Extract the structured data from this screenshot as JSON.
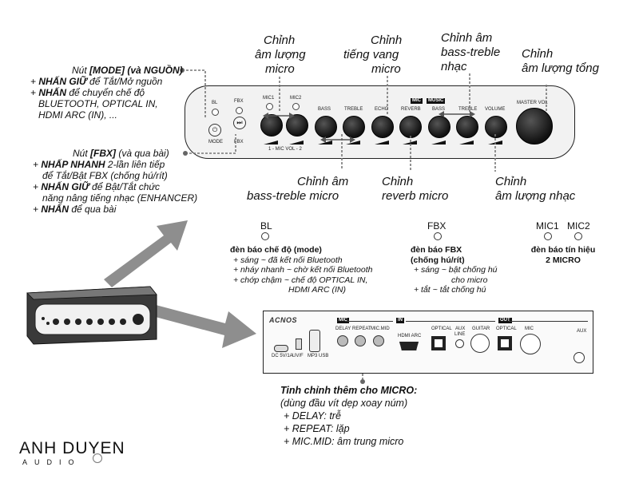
{
  "callouts": {
    "mic_volume": [
      "Chỉnh",
      "âm lượng",
      "micro"
    ],
    "echo": [
      "Chỉnh",
      "tiếng vang",
      "micro"
    ],
    "music_bass_treble": [
      "Chỉnh âm",
      "bass-treble",
      "nhạc"
    ],
    "master_volume": [
      "Chỉnh",
      "âm lượng tổng"
    ],
    "mic_bass_treble": [
      "Chỉnh âm",
      "bass-treble micro"
    ],
    "reverb": [
      "Chỉnh",
      "reverb micro"
    ],
    "music_volume": [
      "Chỉnh",
      "âm lượng nhạc"
    ]
  },
  "mode_note": {
    "title_pre": "Nút ",
    "title_bold": "[MODE]",
    "title_post": " (và NGUỒN)",
    "lines": [
      {
        "prefix": "+ ",
        "bold": "NHẤN GIỮ",
        "text": " để Tắt/Mở nguồn"
      },
      {
        "prefix": "+ ",
        "bold": "NHẤN",
        "text": " để chuyển chế độ"
      },
      {
        "prefix": "",
        "bold": "",
        "text": "BLUETOOTH, OPTICAL IN,"
      },
      {
        "prefix": "",
        "bold": "",
        "text": "HDMI ARC (IN), ..."
      }
    ]
  },
  "fbx_note": {
    "title_pre": "Nút ",
    "title_bold": "[FBX]",
    "title_post": " (và qua bài)",
    "lines": [
      {
        "prefix": "+ ",
        "bold": "NHẤP NHANH",
        "text": " 2-lần liên tiếp"
      },
      {
        "prefix": "",
        "bold": "",
        "text": "để Tắt/Bật FBX (chống hú/rít)"
      },
      {
        "prefix": "+ ",
        "bold": "NHẤN GIỮ",
        "text": " để Bật/Tắt chức"
      },
      {
        "prefix": "",
        "bold": "",
        "text": "năng nâng tiếng nhạc (ENHANCER)"
      },
      {
        "prefix": "+ ",
        "bold": "NHẤN",
        "text": " để qua bài"
      }
    ]
  },
  "front_panel": {
    "labels": {
      "bl": "BL",
      "fbx": "FBX",
      "mic1": "MIC1",
      "mic2": "MIC2",
      "bass1": "BASS",
      "treble1": "TREBLE",
      "echo": "ECHO",
      "reverb": "REVERB",
      "bass2": "BASS",
      "treble2": "TREBLE",
      "volume": "VOLUME",
      "master": "MASTER VOL",
      "mode": "MODE",
      "fbx_btn": "FBX",
      "mic_vol": "1 - MIC VOL - 2",
      "tag_mic": "MIC",
      "tag_music": "MUSIC"
    }
  },
  "indicators": {
    "bl": {
      "label": "BL",
      "title": "đèn báo chế độ (mode)",
      "lines": [
        "+ sáng ~ đã kết nối Bluetooth",
        "+ nháy nhanh ~ chờ kết nối Bluetooth",
        "+ chớp chậm ~ chế độ OPTICAL IN,",
        "HDMI ARC (IN)"
      ]
    },
    "fbx": {
      "label": "FBX",
      "title1": "đèn báo FBX",
      "title2": "(chống hú/rít)",
      "lines": [
        "+ sáng ~ bật chống hú",
        "cho micro",
        "+ tắt ~ tắt chống hú"
      ]
    },
    "mic": {
      "label1": "MIC1",
      "label2": "MIC2",
      "title1": "đèn báo tín hiệu",
      "title2": "2 MICRO"
    }
  },
  "rear_panel": {
    "brand": "ACNOS",
    "tags": {
      "mic": "MIC",
      "in": "IN",
      "out": "OUT"
    },
    "labels": {
      "usb1": "DC 5V/1A",
      "uv": "UV/F",
      "mp3": "MP3 USB",
      "delay": "DELAY",
      "repeat": "REPEAT",
      "micmid": "MIC.MID",
      "hdmi": "HDMI ARC",
      "optical_in": "OPTICAL",
      "aux_in": "AUX",
      "line": "LINE",
      "guitar": "GUITAR",
      "optical_out": "OPTICAL",
      "mic_out": "MIC",
      "aux_out": "AUX"
    }
  },
  "rear_note": {
    "title": "Tinh chỉnh thêm cho MICRO:",
    "subtitle": "(dùng đầu vít dẹp xoay núm)",
    "lines": [
      "+ DELAY: trễ",
      "+ REPEAT: lặp",
      "+ MIC.MID: âm trung micro"
    ]
  },
  "logo": {
    "main": "ANH DUYEN",
    "sub": "AUDIO"
  }
}
